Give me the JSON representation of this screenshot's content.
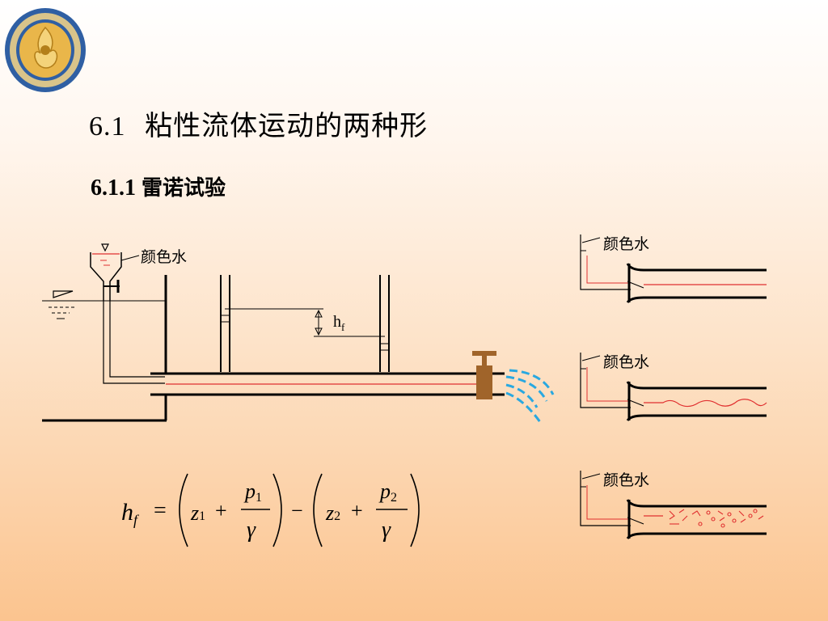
{
  "header": {
    "title_num": "6.1",
    "title_text": "粘性流体运动的两种形",
    "subtitle_num": "6.1.1",
    "subtitle_text": "雷诺试验"
  },
  "apparatus": {
    "dye_label": "颜色水",
    "head_loss_label": "h",
    "head_loss_sub": "f"
  },
  "flow_panels": [
    {
      "label": "颜色水",
      "regime": "laminar"
    },
    {
      "label": "颜色水",
      "regime": "transition"
    },
    {
      "label": "颜色水",
      "regime": "turbulent"
    }
  ],
  "formula": {
    "lhs": "h",
    "lhs_sub": "f",
    "z1": "z",
    "z1_sub": "1",
    "p1": "p",
    "p1_sub": "1",
    "gamma": "γ",
    "z2": "z",
    "z2_sub": "2",
    "p2": "p",
    "p2_sub": "2",
    "eq": "=",
    "plus": "+",
    "minus": "−"
  },
  "colors": {
    "dye": "#e03030",
    "water_jet": "#29a8e0",
    "valve": "#a0642a",
    "logo_gold": "#d7a93a",
    "logo_blue": "#2f5fa3"
  }
}
